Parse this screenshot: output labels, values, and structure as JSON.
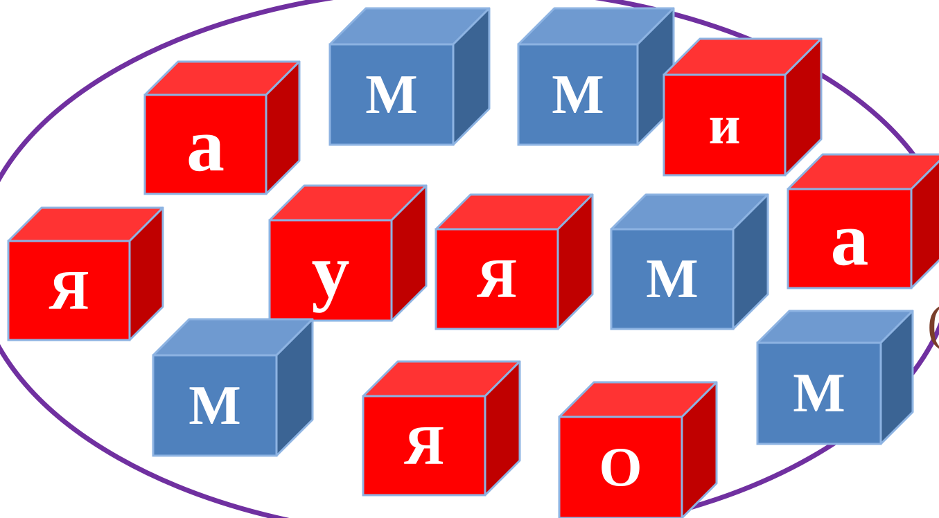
{
  "colors": {
    "ellipse_stroke": "#7030a0",
    "red_front": "#ff0000",
    "red_top": "#ff3333",
    "red_side": "#c00000",
    "blue_front": "#4f81bd",
    "blue_top": "#6f9ad0",
    "blue_side": "#3b6494",
    "cube_outline": "#8db3e2",
    "letter": "#ffffff"
  },
  "cubes": [
    {
      "id": "a-top-left",
      "letter": "а",
      "color": "red"
    },
    {
      "id": "m-top-1",
      "letter": "М",
      "color": "blue"
    },
    {
      "id": "m-top-2",
      "letter": "М",
      "color": "blue"
    },
    {
      "id": "i-top-right",
      "letter": "и",
      "color": "red"
    },
    {
      "id": "ya-left",
      "letter": "Я",
      "color": "red"
    },
    {
      "id": "u-center",
      "letter": "у",
      "color": "red"
    },
    {
      "id": "ya-center",
      "letter": "Я",
      "color": "red"
    },
    {
      "id": "m-center-right",
      "letter": "М",
      "color": "blue"
    },
    {
      "id": "a-right",
      "letter": "а",
      "color": "red"
    },
    {
      "id": "m-bottom-left",
      "letter": "М",
      "color": "blue"
    },
    {
      "id": "ya-bottom",
      "letter": "Я",
      "color": "red"
    },
    {
      "id": "o-bottom",
      "letter": "О",
      "color": "red"
    },
    {
      "id": "m-bottom-right",
      "letter": "М",
      "color": "blue"
    }
  ],
  "edge_glyph": "("
}
